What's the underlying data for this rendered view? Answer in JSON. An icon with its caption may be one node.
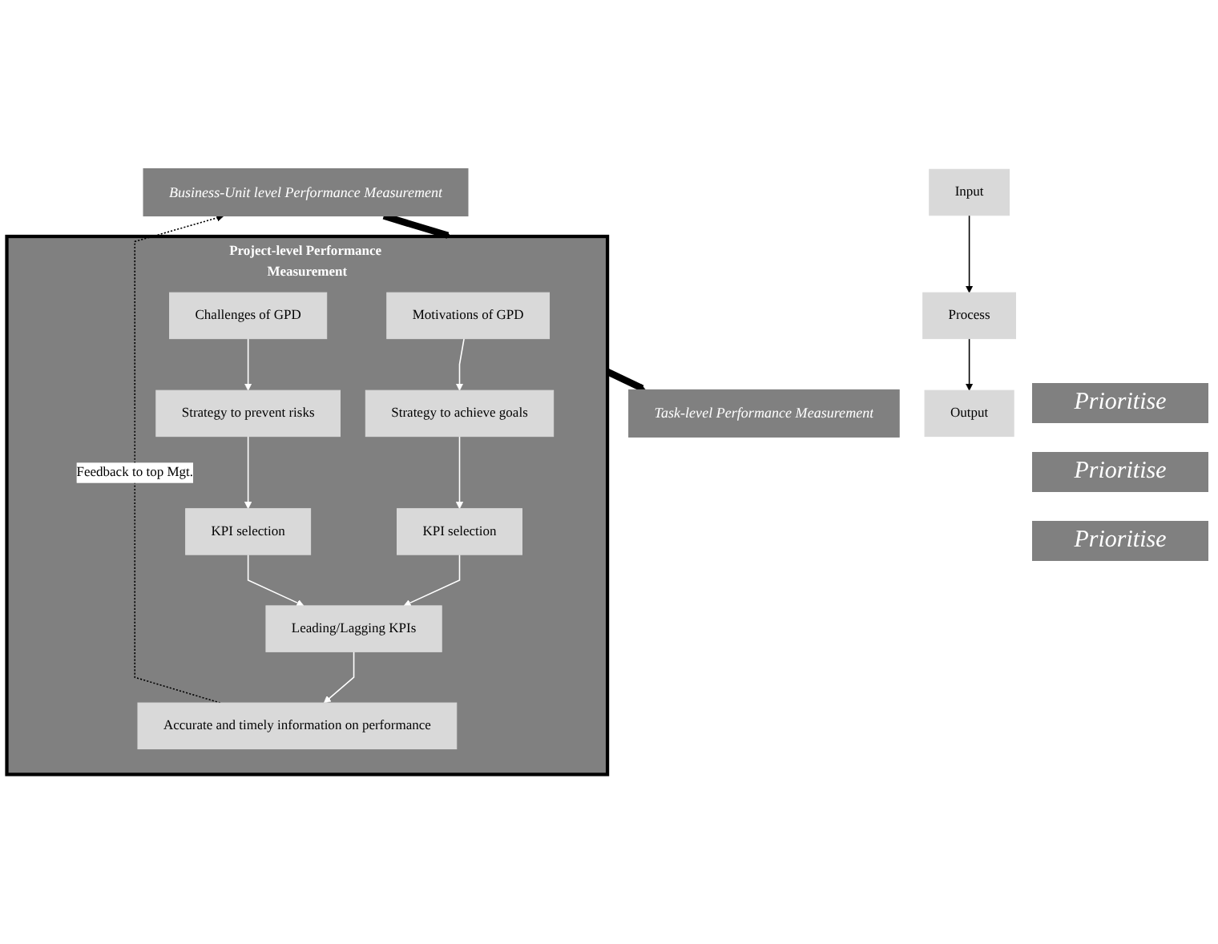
{
  "diagram": {
    "nodes": [
      {
        "text": [
          "Business-Unit level Performance Measurement"
        ]
      },
      {
        "text": [
          "Project-level Performance Measurement"
        ]
      },
      {
        "text": [
          "Motivations of GPD"
        ],
        "in": 1
      },
      {
        "text": [
          "Challenges of GPD"
        ],
        "in": 1
      },
      {
        "text": [
          "Strategy to achieve goals"
        ],
        "in": 1
      },
      {
        "text": [
          "Strategy to prevent risks"
        ],
        "in": 1
      },
      {
        "text": [
          "KPI selection"
        ],
        "in": 1
      },
      {
        "text": [
          "KPI selection"
        ],
        "in": 1
      },
      {
        "text": [
          "Leading/Lagging KPIs"
        ],
        "in": 1
      },
      {
        "text": [
          "Accurate and timely information on performance"
        ],
        "in": 1
      },
      {
        "text": [
          "Task-level Performance Measurement"
        ]
      },
      {
        "text": [
          "Input"
        ]
      },
      {
        "text": [
          "Process"
        ]
      },
      {
        "text": [
          "Output"
        ]
      }
    ],
    "edges": [
      {
        "from": 0,
        "to": 1,
        "arrow": "to",
        "style": "thick",
        "color": "#000000"
      },
      {
        "from": 2,
        "to": 4,
        "arrow": "to"
      },
      {
        "from": 3,
        "to": 5,
        "arrow": "to"
      },
      {
        "from": 4,
        "to": 6,
        "arrow": "to"
      },
      {
        "from": 5,
        "to": 7,
        "arrow": "to"
      },
      {
        "from": 6,
        "to": 8,
        "arrow": "to"
      },
      {
        "from": 7,
        "to": 8,
        "arrow": "to"
      },
      {
        "from": 8,
        "to": 9,
        "arrow": "to"
      },
      {
        "from": 1,
        "to": 10,
        "arrow": "to",
        "style": "thick",
        "color": "#000000"
      },
      {
        "from": 9,
        "to": 0,
        "arrow": "to",
        "style": "dashed",
        "color": "#000000",
        "label": "Feedback to top Mgt."
      },
      {
        "from": 11,
        "to": 12,
        "arrow": "to",
        "color": "#000000"
      },
      {
        "from": 12,
        "to": 13,
        "arrow": "to",
        "color": "#000000"
      }
    ],
    "labels": [
      "Prioritise",
      "Prioritise",
      "Prioritise"
    ]
  }
}
